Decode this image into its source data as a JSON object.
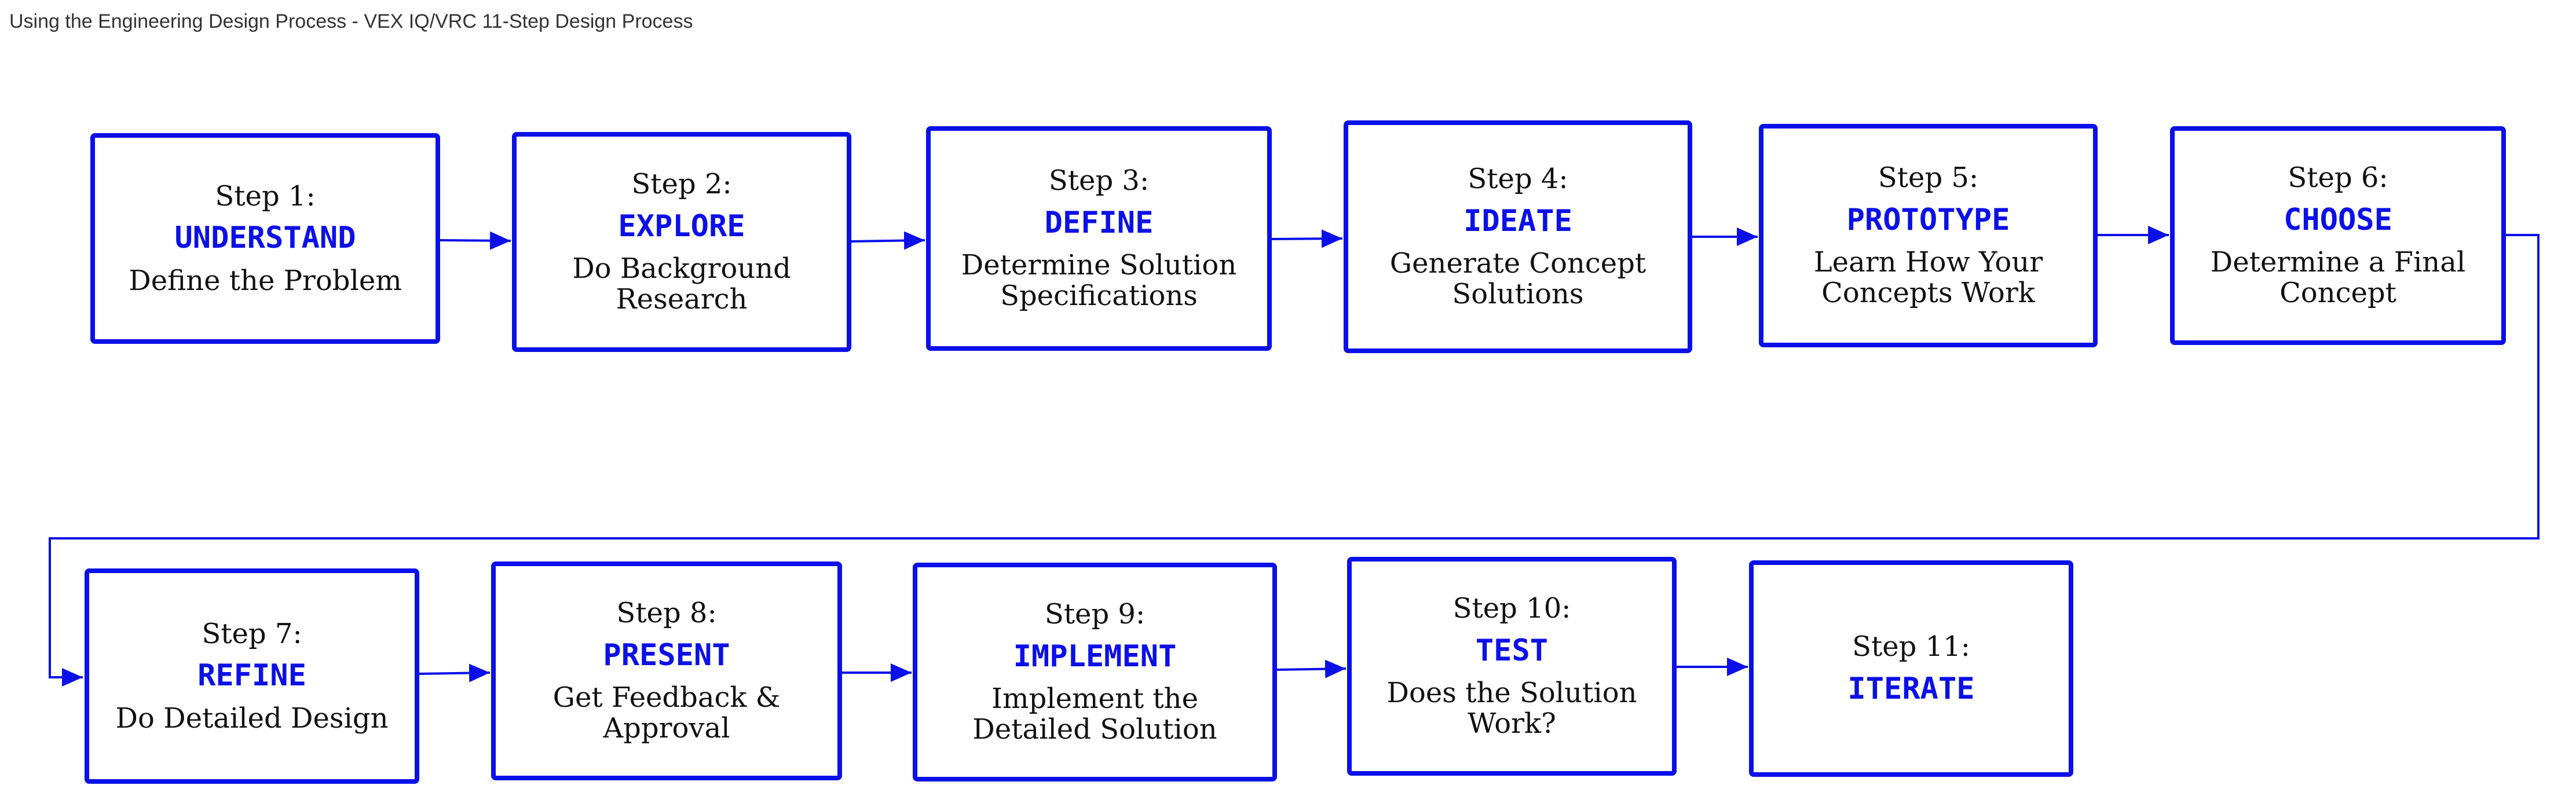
{
  "page_title": "Using the Engineering Design Process - VEX IQ/VRC 11-Step Design Process",
  "colors": {
    "accent": "#0b10e8",
    "text": "#111111"
  },
  "steps": [
    {
      "num": "Step 1:",
      "name": "UNDERSTAND",
      "desc": "Define the Problem"
    },
    {
      "num": "Step 2:",
      "name": "EXPLORE",
      "desc": "Do Background\nResearch"
    },
    {
      "num": "Step 3:",
      "name": "DEFINE",
      "desc": "Determine Solution\nSpecifications"
    },
    {
      "num": "Step 4:",
      "name": "IDEATE",
      "desc": "Generate Concept\nSolutions"
    },
    {
      "num": "Step 5:",
      "name": "PROTOTYPE",
      "desc": "Learn How Your\nConcepts Work"
    },
    {
      "num": "Step 6:",
      "name": "CHOOSE",
      "desc": "Determine a Final\nConcept"
    },
    {
      "num": "Step 7:",
      "name": "REFINE",
      "desc": "Do Detailed Design"
    },
    {
      "num": "Step 8:",
      "name": "PRESENT",
      "desc": "Get Feedback &\nApproval"
    },
    {
      "num": "Step 9:",
      "name": "IMPLEMENT",
      "desc": "Implement the\nDetailed Solution"
    },
    {
      "num": "Step 10:",
      "name": "TEST",
      "desc": "Does the Solution\nWork?"
    },
    {
      "num": "Step 11:",
      "name": "ITERATE",
      "desc": ""
    }
  ]
}
